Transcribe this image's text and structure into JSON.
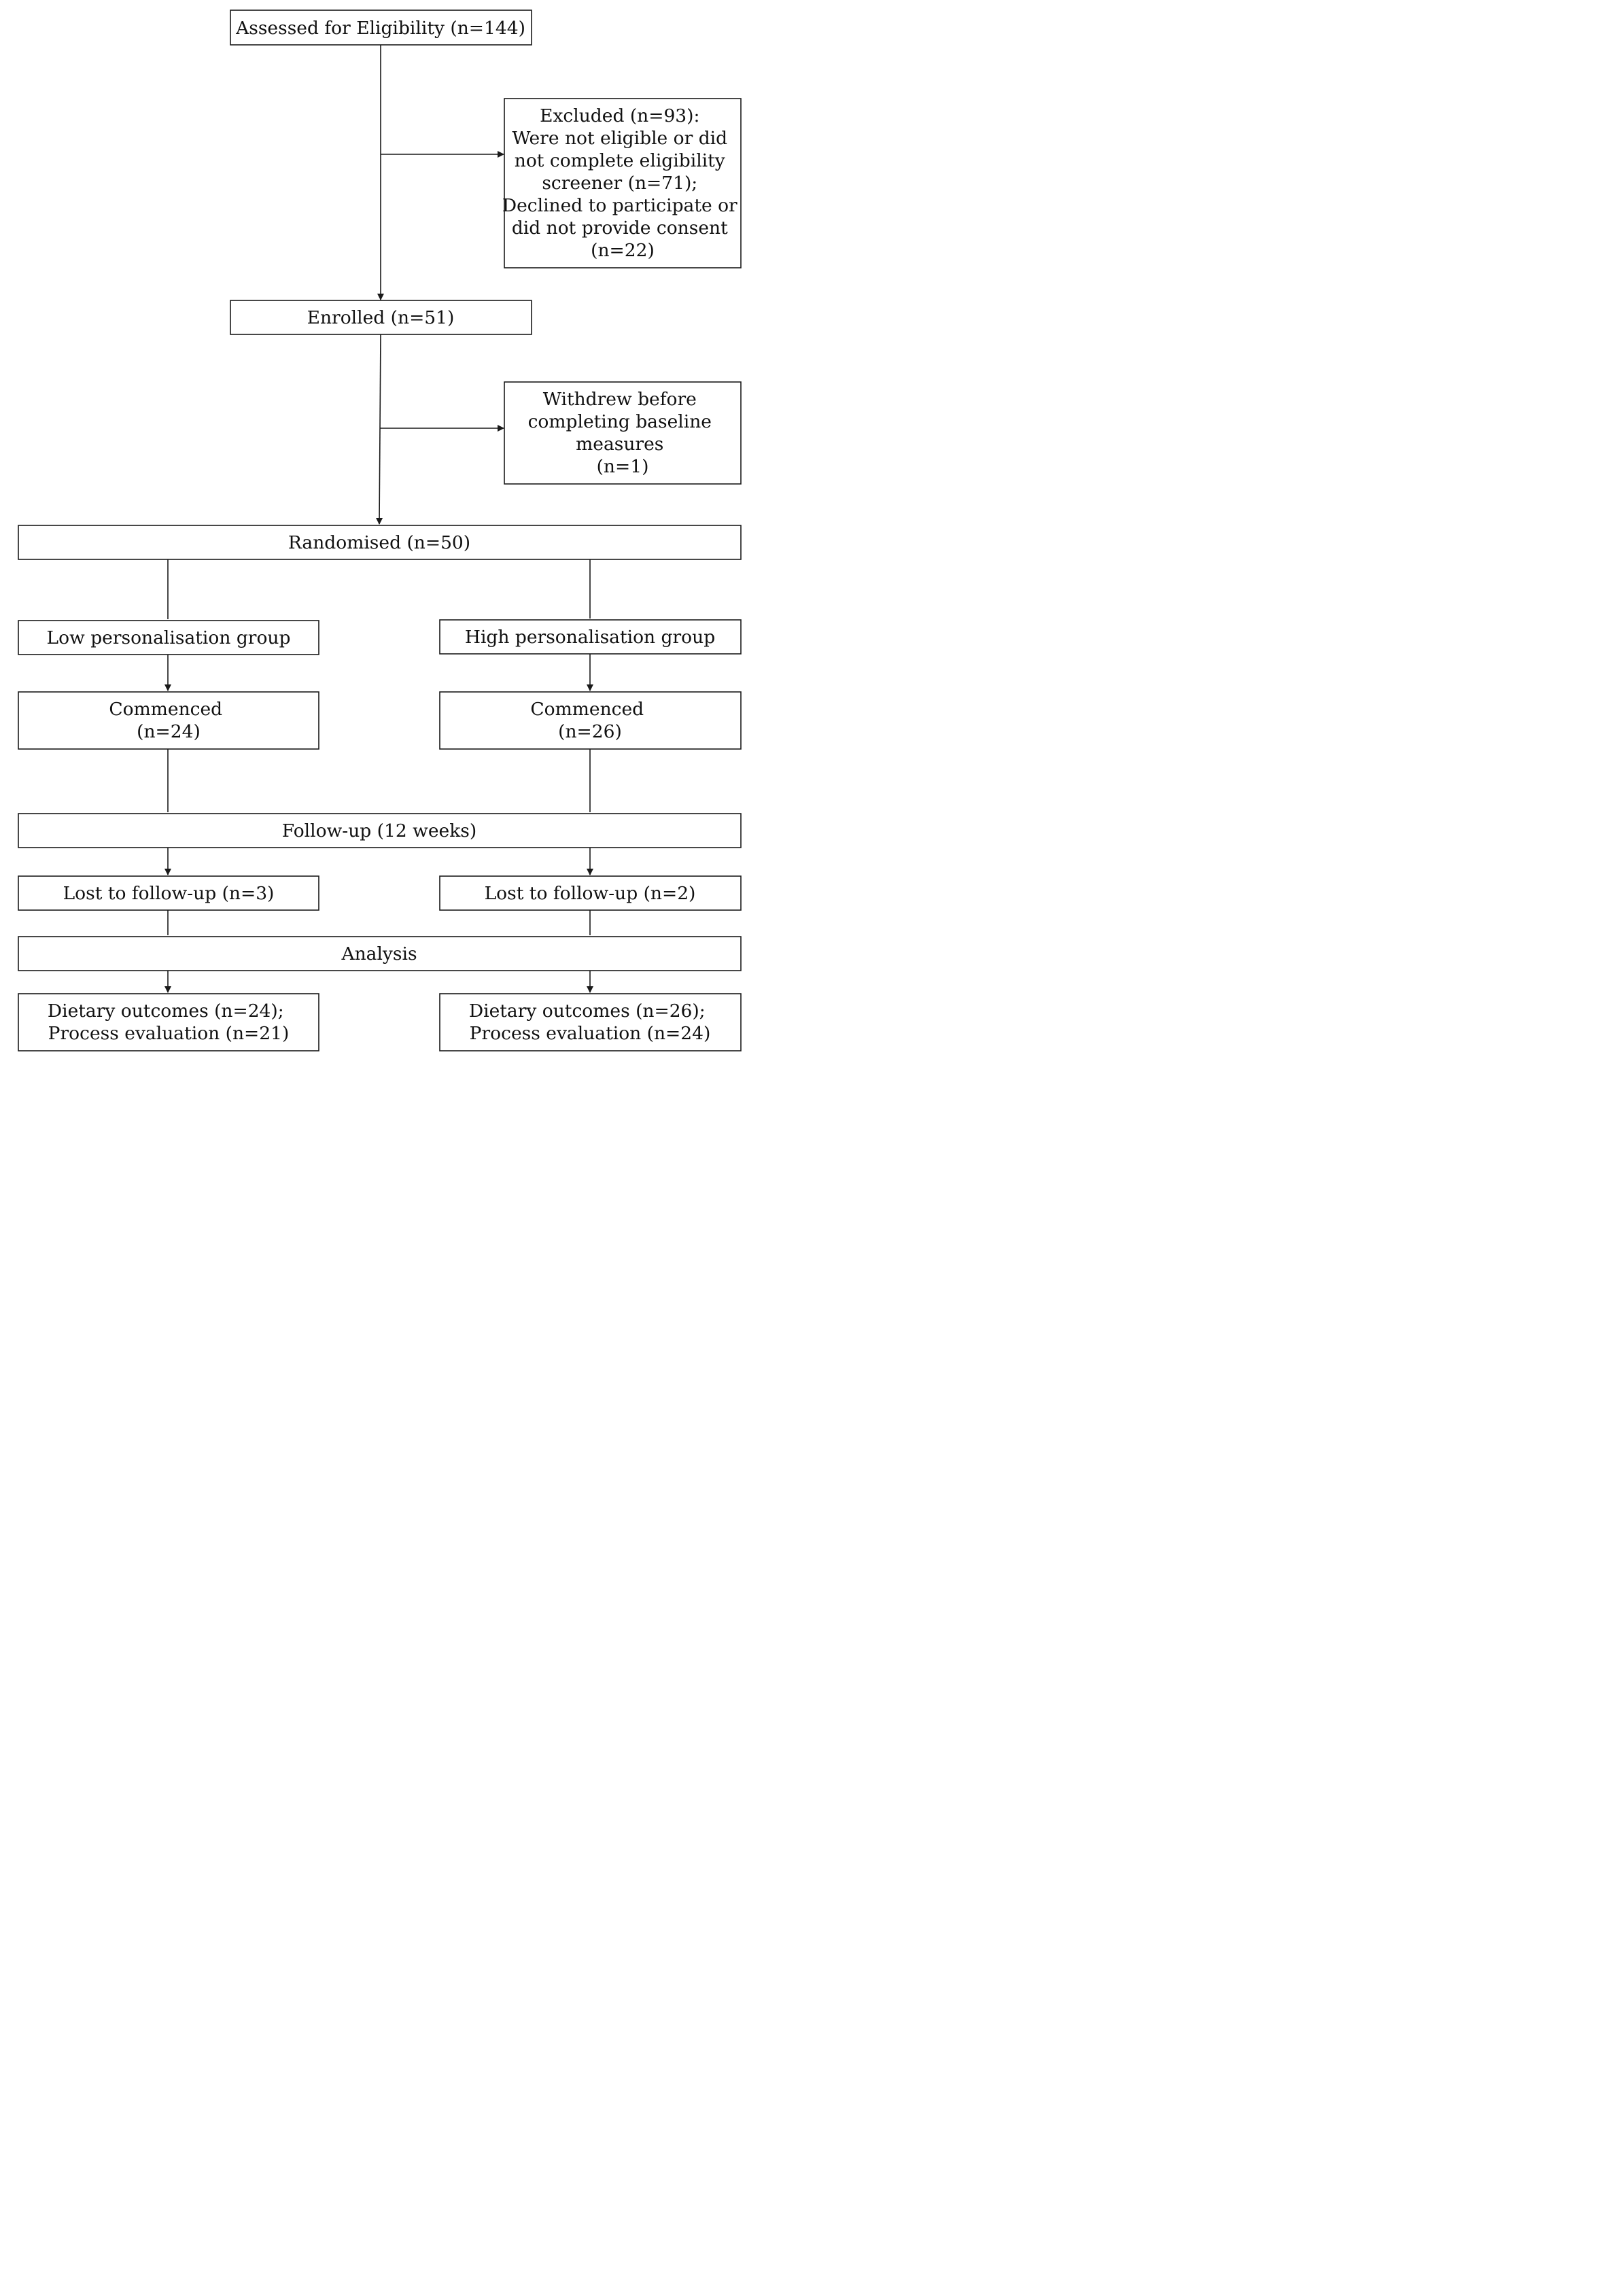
{
  "boxes": {
    "assessed": [
      "Assessed for Eligibility (n=144)"
    ],
    "excluded": [
      "Excluded (n=93):",
      "Were not eligible or did",
      "not complete eligibility",
      "screener (n=71);",
      "Declined to participate or",
      "did not provide consent",
      "(n=22)"
    ],
    "enrolled": [
      "Enrolled (n=51)"
    ],
    "withdrew": [
      "Withdrew before",
      "completing baseline",
      "measures",
      "(n=1)"
    ],
    "randomised": [
      "Randomised (n=50)"
    ],
    "low_group": [
      "Low personalisation group"
    ],
    "high_group": [
      "High personalisation group"
    ],
    "low_commenced": [
      "Commenced",
      "(n=24)"
    ],
    "high_commenced": [
      "Commenced",
      "(n=26)"
    ],
    "followup": [
      "Follow-up (12 weeks)"
    ],
    "low_lost": [
      "Lost to follow-up (n=3)"
    ],
    "high_lost": [
      "Lost to follow-up (n=2)"
    ],
    "analysis": [
      "Analysis"
    ],
    "low_outcomes": [
      "Dietary outcomes (n=24);",
      "Process evaluation (n=21)"
    ],
    "high_outcomes": [
      "Dietary outcomes (n=26);",
      "Process evaluation (n=24)"
    ]
  },
  "edges": [
    {
      "from": "assessed",
      "to": "enrolled",
      "arrow": true
    },
    {
      "from": "assessed",
      "to": "excluded",
      "arrow": true
    },
    {
      "from": "enrolled",
      "to": "randomised",
      "arrow": true
    },
    {
      "from": "enrolled",
      "to": "withdrew",
      "arrow": true
    },
    {
      "from": "randomised",
      "to": "low_group",
      "arrow": false
    },
    {
      "from": "randomised",
      "to": "high_group",
      "arrow": false
    },
    {
      "from": "low_group",
      "to": "low_commenced",
      "arrow": true
    },
    {
      "from": "high_group",
      "to": "high_commenced",
      "arrow": true
    },
    {
      "from": "low_commenced",
      "to": "followup",
      "arrow": false
    },
    {
      "from": "high_commenced",
      "to": "followup",
      "arrow": false
    },
    {
      "from": "followup",
      "to": "low_lost",
      "arrow": true
    },
    {
      "from": "followup",
      "to": "high_lost",
      "arrow": true
    },
    {
      "from": "low_lost",
      "to": "analysis",
      "arrow": false
    },
    {
      "from": "high_lost",
      "to": "analysis",
      "arrow": false
    },
    {
      "from": "analysis",
      "to": "low_outcomes",
      "arrow": true
    },
    {
      "from": "analysis",
      "to": "high_outcomes",
      "arrow": true
    }
  ]
}
